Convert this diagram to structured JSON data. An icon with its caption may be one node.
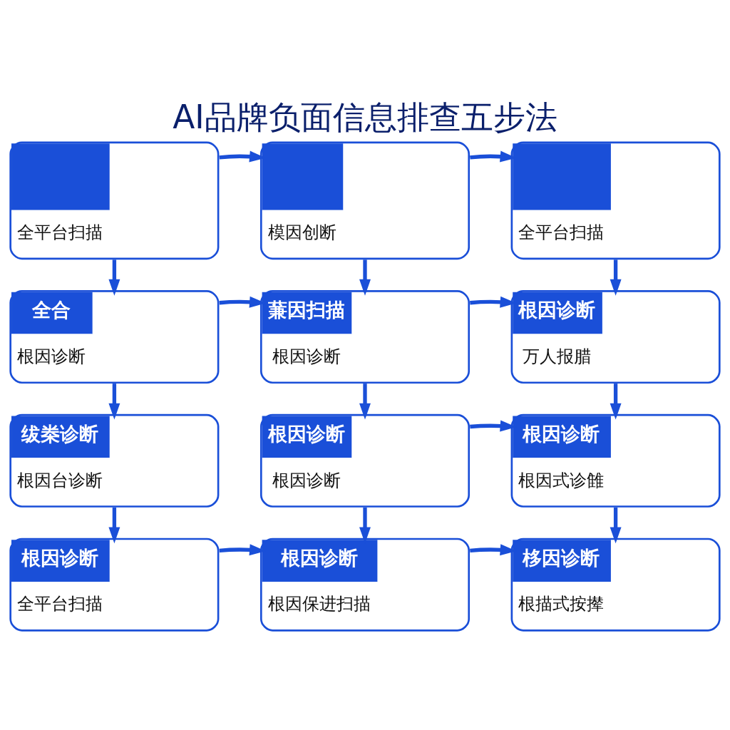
{
  "diagram": {
    "title": "AI品牌负面信息排查五步法",
    "nodes": [
      {
        "text": [
          "全平台扫描"
        ]
      },
      {
        "text": [
          "模因创断"
        ]
      },
      {
        "text": [
          "全平台扫描"
        ]
      },
      {
        "text": [
          "全合",
          "根因诊断"
        ]
      },
      {
        "text": [
          "蒹因扫描",
          "根因诊断"
        ]
      },
      {
        "text": [
          "根因诊断",
          "万人报腊"
        ]
      },
      {
        "text": [
          "绂桊诊断",
          "根因台诊断"
        ]
      },
      {
        "text": [
          "根因诊断",
          "根因诊断"
        ]
      },
      {
        "text": [
          "根因诊断",
          "根因式诊雔"
        ]
      },
      {
        "text": [
          "根因诊断",
          "全平台扫描"
        ]
      },
      {
        "text": [
          "根因诊断",
          "根因保进扫描"
        ]
      },
      {
        "text": [
          "栘因诊断",
          "根描式按撵"
        ]
      }
    ],
    "edges": [
      {
        "from": 0,
        "to": 1,
        "arrow": "to"
      },
      {
        "from": 1,
        "to": 2,
        "arrow": "to"
      },
      {
        "from": 0,
        "to": 3,
        "arrow": "to"
      },
      {
        "from": 1,
        "to": 4,
        "arrow": "to"
      },
      {
        "from": 2,
        "to": 5,
        "arrow": "to"
      },
      {
        "from": 3,
        "to": 4,
        "arrow": "to"
      },
      {
        "from": 4,
        "to": 5,
        "arrow": "to"
      },
      {
        "from": 3,
        "to": 6,
        "arrow": "to"
      },
      {
        "from": 4,
        "to": 7,
        "arrow": "to"
      },
      {
        "from": 5,
        "to": 8,
        "arrow": "to"
      },
      {
        "from": 7,
        "to": 8,
        "arrow": "to"
      },
      {
        "from": 6,
        "to": 9,
        "arrow": "to"
      },
      {
        "from": 7,
        "to": 10,
        "arrow": "to"
      },
      {
        "from": 8,
        "to": 11,
        "arrow": "to"
      },
      {
        "from": 9,
        "to": 10,
        "arrow": "to"
      },
      {
        "from": 10,
        "to": 11,
        "arrow": "to"
      }
    ]
  }
}
